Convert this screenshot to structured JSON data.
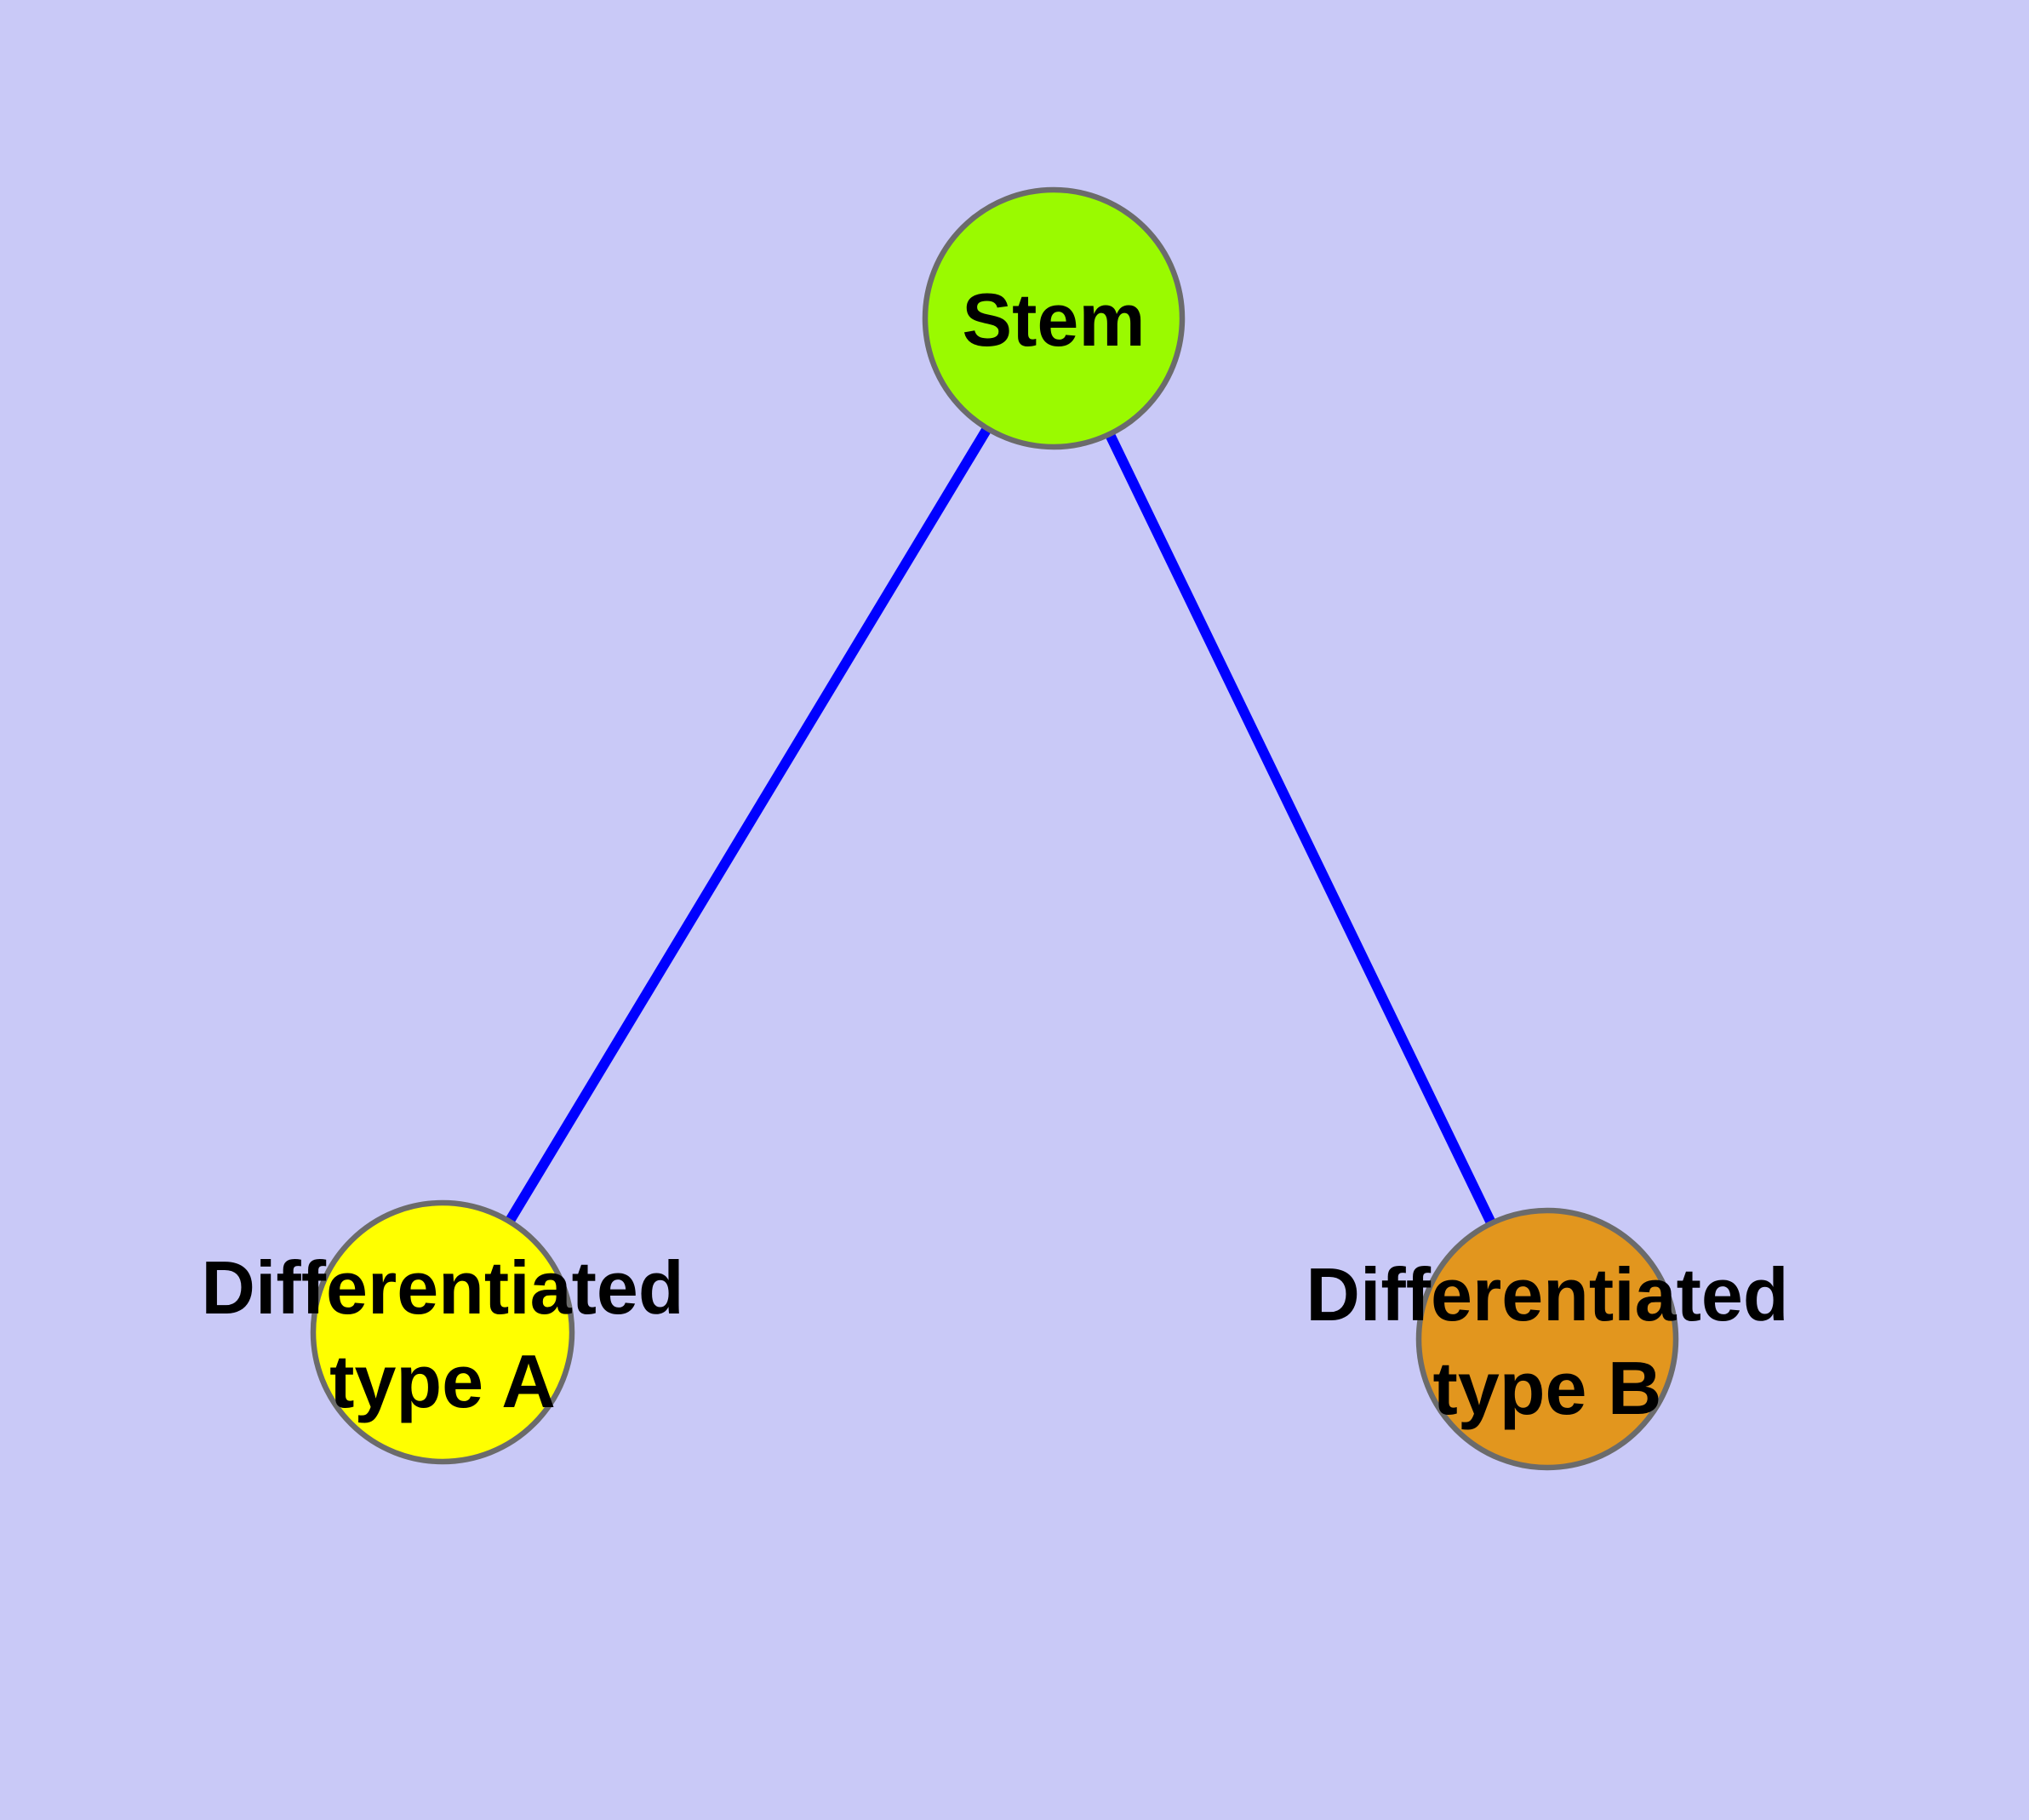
{
  "diagram": {
    "background_color": "#c9c9f7",
    "edge_color": "#0000ff",
    "node_border_color": "#6b6b6b",
    "label_color": "#000000",
    "nodes": [
      {
        "id": "stem",
        "label": "Stem",
        "line1": "Stem",
        "fill": "#9afa00"
      },
      {
        "id": "differentiated-type-a",
        "label": "Differentiated type A",
        "line1": "Differentiated",
        "line2": "type A",
        "fill": "#ffff00"
      },
      {
        "id": "differentiated-type-b",
        "label": "Differentiated type B",
        "line1": "Differentiated",
        "line2": "type B",
        "fill": "#e2961e"
      }
    ],
    "edges": [
      {
        "from": "Stem",
        "to": "Differentiated type A"
      },
      {
        "from": "Stem",
        "to": "Differentiated type B"
      }
    ]
  }
}
